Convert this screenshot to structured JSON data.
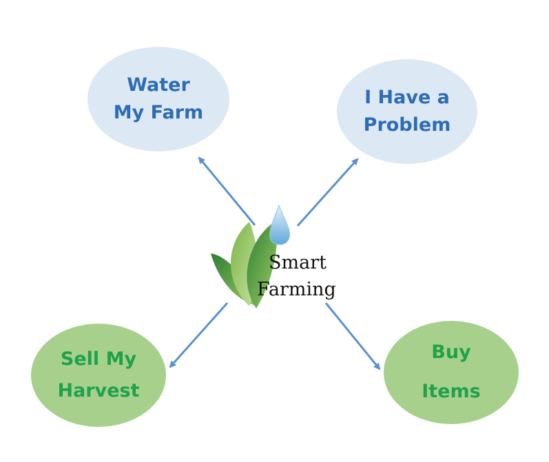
{
  "nodes": {
    "water": {
      "label": "Water\nMy Farm"
    },
    "problem": {
      "label": "I Have a\nProblem"
    },
    "sell": {
      "label": "Sell My\nHarvest"
    },
    "buy": {
      "label": "Buy\nItems"
    }
  },
  "logo": {
    "line1": "Smart",
    "line2": "Farming",
    "icon": "leaf-with-water-drop-icon"
  },
  "colors": {
    "blue_node_fill": "#dde8f5",
    "blue_node_text": "#2e6db3",
    "green_node_fill": "#a8d08d",
    "green_node_text": "#1fa24a",
    "arrow": "#5b8fd0"
  }
}
